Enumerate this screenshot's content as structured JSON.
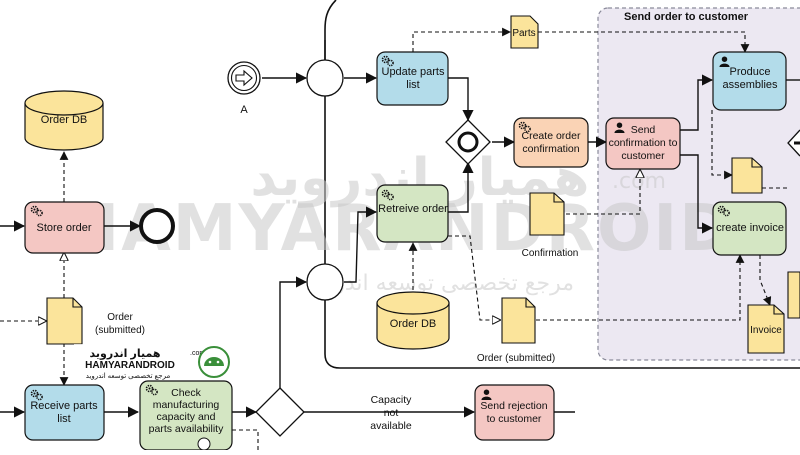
{
  "lane": {
    "title": "Send order to customer"
  },
  "tasks": {
    "store_order": "Store order",
    "receive_parts": [
      "Receive parts",
      "list"
    ],
    "check_capacity": [
      "Check",
      "manufacturing",
      "capacity and",
      "parts availability"
    ],
    "update_parts": [
      "Update parts",
      "list"
    ],
    "create_confirmation": [
      "Create order",
      "confirmation"
    ],
    "send_confirmation": [
      "Send",
      "confirmation to",
      "customer"
    ],
    "retreive_order": "Retreive order",
    "produce_assemblies": [
      "Produce",
      "assemblies"
    ],
    "create_invoice": "create invoice",
    "send_rejection": [
      "Send rejection",
      "to customer"
    ]
  },
  "data_stores": {
    "order_db_top": "Order DB",
    "order_db_bottom": "Order DB"
  },
  "data_objects": {
    "order_left": [
      "Order",
      "(submitted)"
    ],
    "parts": "Parts",
    "confirmation": "Confirmation",
    "order_right": "Order (submitted)",
    "invoice": "Invoice"
  },
  "events": {
    "link_label": "A"
  },
  "flows": {
    "capacity_label": [
      "Capacity",
      "not",
      "available"
    ]
  },
  "watermark": {
    "arabic": "همیار اندروید",
    "latin": "HAMYARANDROID",
    "com": ".com",
    "tagline": "مرجع تخصصی توسعه اندروید",
    "logo_arabic": "همیار اندروید",
    "logo_latin": "HAMYARANDROID",
    "logo_com": ".com",
    "logo_tagline": "مرجع تخصصی توسعه اندروید"
  },
  "colors": {
    "red_task": "#f4c7c3",
    "blue_task": "#b3dcea",
    "green_task": "#d4e6c3",
    "orange_task": "#fad3b5",
    "db": "#fbe49b",
    "doc": "#fbe49b",
    "lane": "#ece8f2"
  }
}
